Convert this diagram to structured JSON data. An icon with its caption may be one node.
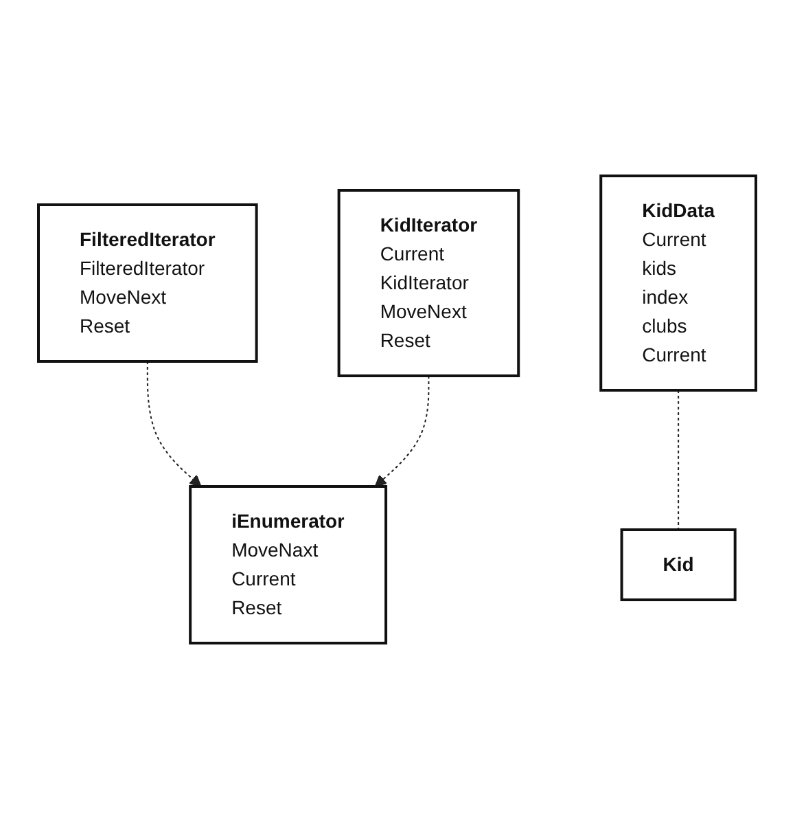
{
  "diagram": {
    "nodes": [
      {
        "text": [
          "iEnumerator",
          "MoveNaxt Current Reset"
        ]
      },
      {
        "text": [
          "FilteredIterator",
          "FilteredIterator MoveNext Reset"
        ]
      },
      {
        "text": [
          "KidIterator",
          "Current",
          "KidIterator MoveNext Reset"
        ]
      },
      {
        "text": [
          "KidData",
          "Current",
          "kids index clubs Current"
        ]
      },
      {
        "text": [
          "Kid"
        ]
      }
    ],
    "edges": [
      {
        "from": 1,
        "to": 0,
        "arrow": "to",
        "style": "dashed"
      },
      {
        "from": 2,
        "to": 0,
        "arrow": "to",
        "style": "dashed"
      },
      {
        "from": 3,
        "to": 4,
        "arrow": "none",
        "style": "dashed"
      }
    ]
  }
}
